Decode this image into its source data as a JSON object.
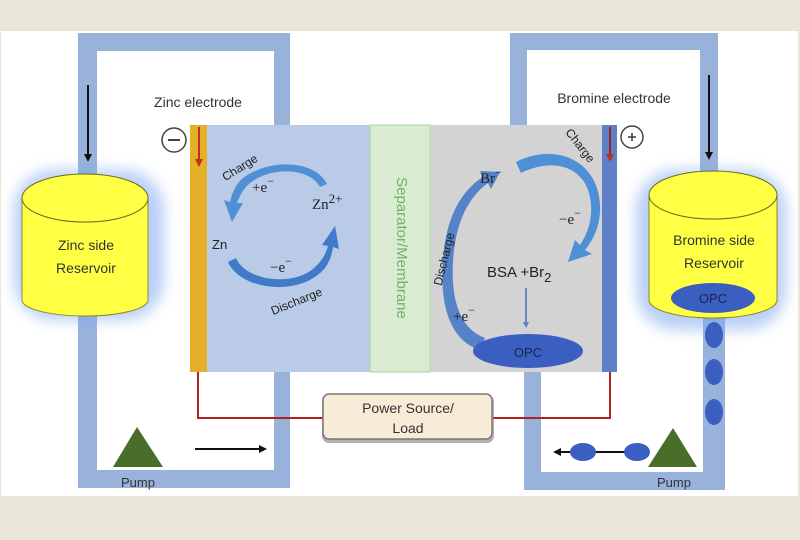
{
  "colors": {
    "page_bg": "#ebe7d8",
    "panel_bg": "#ffffff",
    "pipe": "#98b2dc",
    "reservoir_fill": "#ffff44",
    "reservoir_glow": "#7fa8ee",
    "zinc_electrode": "#e4b02a",
    "zinc_chamber": "#b9cbe7",
    "separator": "#d9ecd2",
    "separator_text": "#6fb36a",
    "bromine_chamber": "#d3d3d3",
    "bromine_electrode": "#5d80c6",
    "opc": "#3b5fc0",
    "pump": "#4a6e2a",
    "wire": "#b32020",
    "power_box": "#f8ecd8"
  },
  "labels": {
    "zinc_electrode": "Zinc electrode",
    "bromine_electrode": "Bromine electrode",
    "negative_terminal": "−",
    "positive_terminal": "+",
    "zinc_reservoir_line1": "Zinc side",
    "zinc_reservoir_line2": "Reservoir",
    "bromine_reservoir_line1": "Bromine side",
    "bromine_reservoir_line2": "Reservoir",
    "separator": "Separator/Membrane",
    "power_line1": "Power Source/",
    "power_line2": "Load",
    "pump_left": "Pump",
    "pump_right": "Pump",
    "opc_reservoir": "OPC",
    "opc_chamber": "OPC"
  },
  "zinc_reaction": {
    "charge": "Charge",
    "discharge": "Discharge",
    "zn": "Zn",
    "zn_ion_base": "Zn",
    "zn_ion_sup": "2+",
    "plus_e": "+e",
    "minus_e": "−e",
    "e_sup": "−"
  },
  "bromine_reaction": {
    "charge": "Charge",
    "discharge": "Discharge",
    "br_base": "Br",
    "br_sup": "−",
    "bsa_text": "BSA +Br",
    "bsa_sub": "2",
    "minus_e": "−e",
    "plus_e": "+e",
    "e_sup": "−"
  }
}
